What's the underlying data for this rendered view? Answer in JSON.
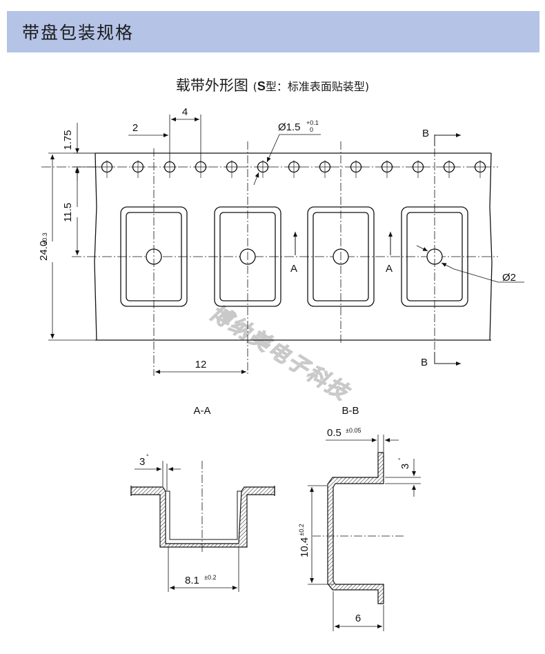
{
  "header": {
    "title": "带盘包装规格"
  },
  "diagram": {
    "title": "载带外形图",
    "title_paren_open": "(",
    "title_bold": "S",
    "title_rest": "型：标准表面贴装型)",
    "dims": {
      "d_1_75": "1.75",
      "d_2": "2",
      "d_4": "4",
      "d_hole": "Ø1.5",
      "d_hole_tol_plus": "+0.1",
      "d_hole_tol_minus": "0",
      "d_11_5": "11.5",
      "d_24": "24.0",
      "d_24_tol": "±0.3",
      "d_12": "12",
      "d_phi2": "Ø2",
      "sec_a_left": "A",
      "sec_a_right": "A",
      "sec_b_top": "B",
      "sec_b_bottom": "B"
    },
    "watermark": "博纳美电子科技",
    "section_aa": {
      "label": "A-A",
      "angle": "3",
      "width": "8.1",
      "width_tol": "±0.2"
    },
    "section_bb": {
      "label": "B-B",
      "thickness": "0.5",
      "thickness_tol": "±0.05",
      "angle": "3",
      "height": "10.4",
      "height_tol": "±0.2",
      "depth": "6"
    },
    "degree": "°"
  }
}
